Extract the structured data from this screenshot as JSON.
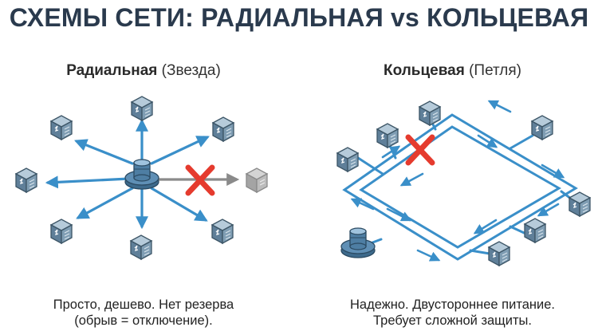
{
  "title": "СХЕМЫ СЕТИ: РАДИАЛЬНАЯ vs КОЛЬЦЕВАЯ",
  "radial": {
    "label_bold": "Радиальная",
    "label_rest": "(Звезда)",
    "caption_line1": "Просто, дешево. Нет резерва",
    "caption_line2": "(обрыв = отключение)."
  },
  "ring": {
    "label_bold": "Кольцевая",
    "label_rest": "(Петля)",
    "caption_line1": "Надежно. Двустороннее питание.",
    "caption_line2": "Требует сложной защиты."
  },
  "icons": {
    "source": "power-source-icon",
    "load": "substation-box-icon",
    "fault": "red-cross-fault-icon"
  },
  "colors": {
    "line": "#3a8fc9",
    "node_face": "#5f7f99",
    "fault": "#e53b2e",
    "disabled": "#9a9a9a",
    "title": "#2a3a4d"
  }
}
